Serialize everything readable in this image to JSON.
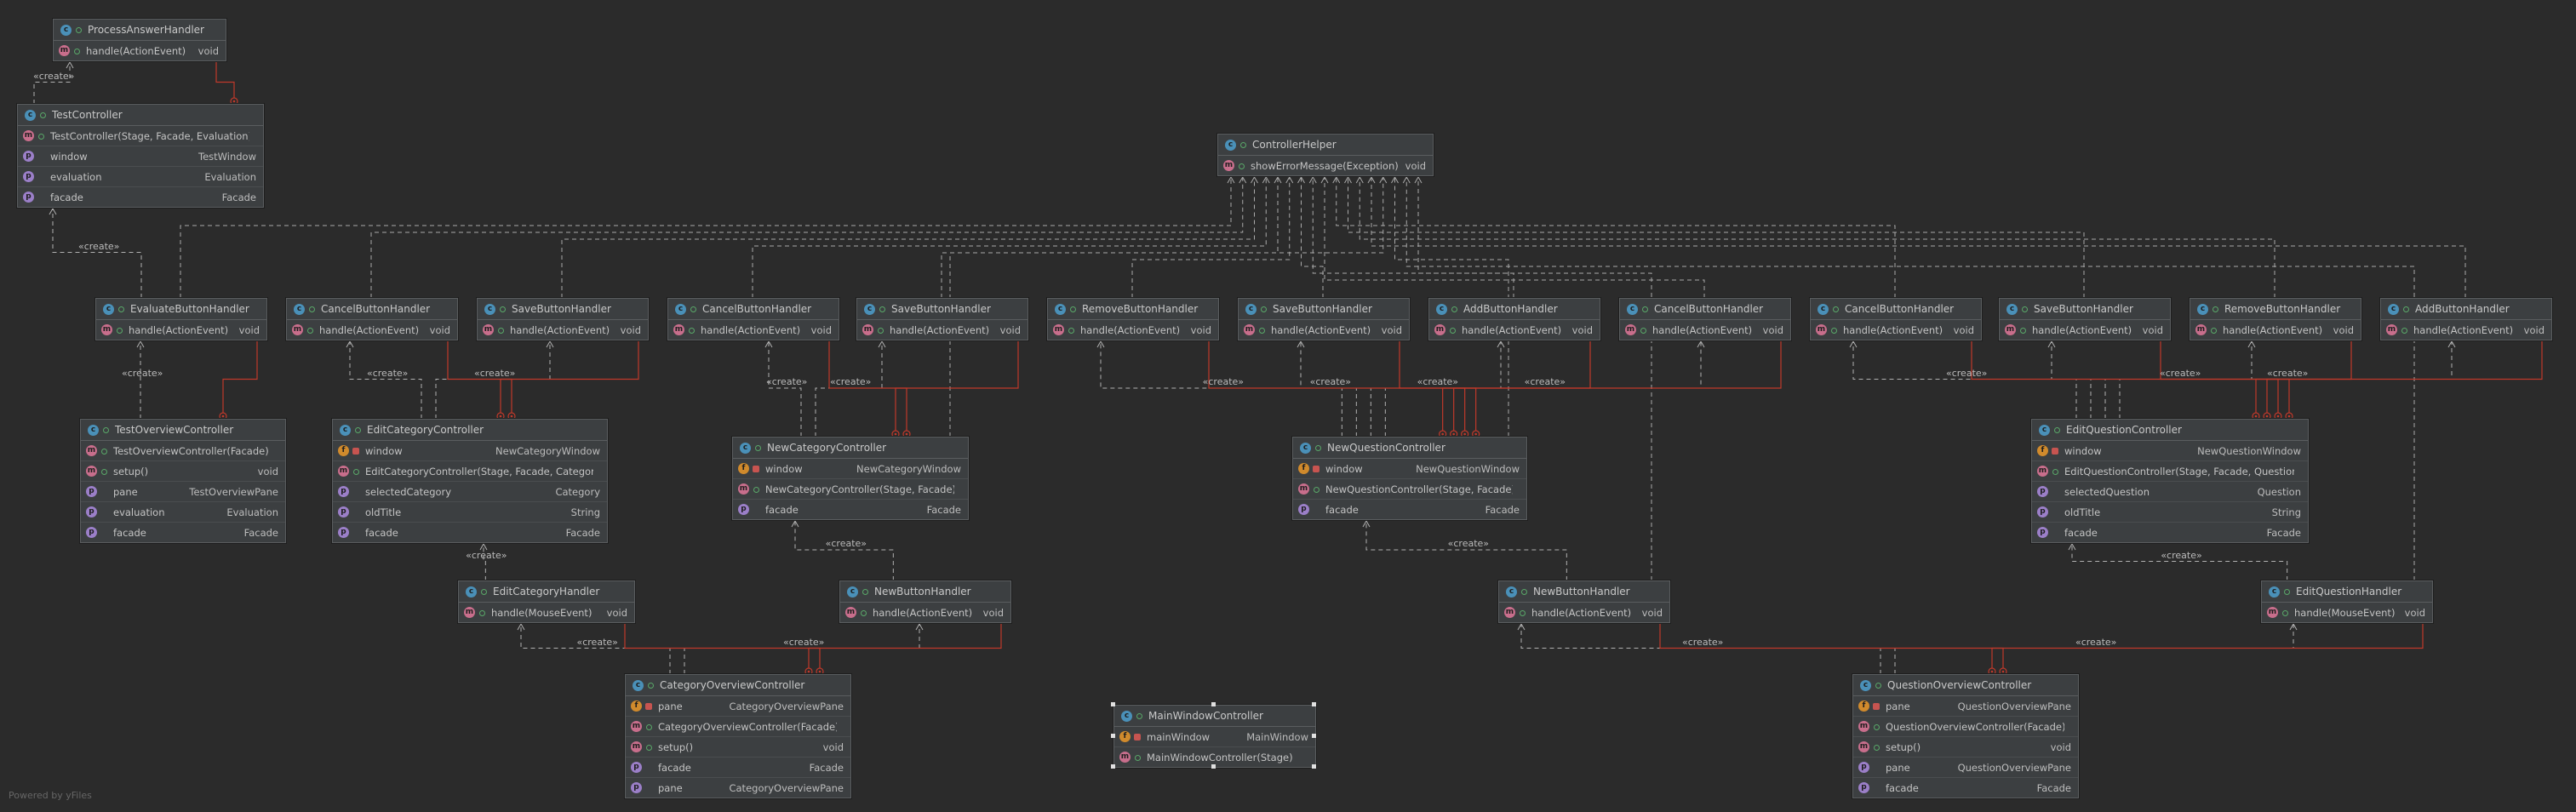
{
  "nodes": [
    {
      "id": "processAnswerHandler",
      "title": "ProcessAnswerHandler",
      "rows": [
        {
          "kind": "m",
          "vis": "pub",
          "name": "handle(ActionEvent)",
          "type": "void"
        }
      ]
    },
    {
      "id": "testController",
      "title": "TestController",
      "rows": [
        {
          "kind": "m",
          "vis": "pub",
          "name": "TestController(Stage, Facade, Evaluation)",
          "type": ""
        },
        {
          "kind": "p",
          "vis": "none",
          "name": "window",
          "type": "TestWindow"
        },
        {
          "kind": "p",
          "vis": "none",
          "name": "evaluation",
          "type": "Evaluation"
        },
        {
          "kind": "p",
          "vis": "none",
          "name": "facade",
          "type": "Facade"
        }
      ]
    },
    {
      "id": "controllerHelper",
      "title": "ControllerHelper",
      "rows": [
        {
          "kind": "m",
          "vis": "pub",
          "name": "showErrorMessage(Exception)",
          "type": "void"
        }
      ]
    },
    {
      "id": "evaluateButtonHandler",
      "title": "EvaluateButtonHandler",
      "rows": [
        {
          "kind": "m",
          "vis": "pub",
          "name": "handle(ActionEvent)",
          "type": "void"
        }
      ]
    },
    {
      "id": "cancelButtonHandler1",
      "title": "CancelButtonHandler",
      "rows": [
        {
          "kind": "m",
          "vis": "pub",
          "name": "handle(ActionEvent)",
          "type": "void"
        }
      ]
    },
    {
      "id": "saveButtonHandler1",
      "title": "SaveButtonHandler",
      "rows": [
        {
          "kind": "m",
          "vis": "pub",
          "name": "handle(ActionEvent)",
          "type": "void"
        }
      ]
    },
    {
      "id": "cancelButtonHandler2",
      "title": "CancelButtonHandler",
      "rows": [
        {
          "kind": "m",
          "vis": "pub",
          "name": "handle(ActionEvent)",
          "type": "void"
        }
      ]
    },
    {
      "id": "saveButtonHandler2",
      "title": "SaveButtonHandler",
      "rows": [
        {
          "kind": "m",
          "vis": "pub",
          "name": "handle(ActionEvent)",
          "type": "void"
        }
      ]
    },
    {
      "id": "removeButtonHandler1",
      "title": "RemoveButtonHandler",
      "rows": [
        {
          "kind": "m",
          "vis": "pub",
          "name": "handle(ActionEvent)",
          "type": "void"
        }
      ]
    },
    {
      "id": "saveButtonHandler3",
      "title": "SaveButtonHandler",
      "rows": [
        {
          "kind": "m",
          "vis": "pub",
          "name": "handle(ActionEvent)",
          "type": "void"
        }
      ]
    },
    {
      "id": "addButtonHandler1",
      "title": "AddButtonHandler",
      "rows": [
        {
          "kind": "m",
          "vis": "pub",
          "name": "handle(ActionEvent)",
          "type": "void"
        }
      ]
    },
    {
      "id": "cancelButtonHandler3",
      "title": "CancelButtonHandler",
      "rows": [
        {
          "kind": "m",
          "vis": "pub",
          "name": "handle(ActionEvent)",
          "type": "void"
        }
      ]
    },
    {
      "id": "cancelButtonHandler4",
      "title": "CancelButtonHandler",
      "rows": [
        {
          "kind": "m",
          "vis": "pub",
          "name": "handle(ActionEvent)",
          "type": "void"
        }
      ]
    },
    {
      "id": "saveButtonHandler4",
      "title": "SaveButtonHandler",
      "rows": [
        {
          "kind": "m",
          "vis": "pub",
          "name": "handle(ActionEvent)",
          "type": "void"
        }
      ]
    },
    {
      "id": "removeButtonHandler2",
      "title": "RemoveButtonHandler",
      "rows": [
        {
          "kind": "m",
          "vis": "pub",
          "name": "handle(ActionEvent)",
          "type": "void"
        }
      ]
    },
    {
      "id": "addButtonHandler2",
      "title": "AddButtonHandler",
      "rows": [
        {
          "kind": "m",
          "vis": "pub",
          "name": "handle(ActionEvent)",
          "type": "void"
        }
      ]
    },
    {
      "id": "testOverviewController",
      "title": "TestOverviewController",
      "rows": [
        {
          "kind": "m",
          "vis": "pub",
          "name": "TestOverviewController(Facade)",
          "type": ""
        },
        {
          "kind": "m",
          "vis": "pub",
          "name": "setup()",
          "type": "void"
        },
        {
          "kind": "p",
          "vis": "none",
          "name": "pane",
          "type": "TestOverviewPane"
        },
        {
          "kind": "p",
          "vis": "none",
          "name": "evaluation",
          "type": "Evaluation"
        },
        {
          "kind": "p",
          "vis": "none",
          "name": "facade",
          "type": "Facade"
        }
      ]
    },
    {
      "id": "editCategoryController",
      "title": "EditCategoryController",
      "rows": [
        {
          "kind": "f",
          "vis": "priv",
          "name": "window",
          "type": "NewCategoryWindow"
        },
        {
          "kind": "m",
          "vis": "pub",
          "name": "EditCategoryController(Stage, Facade, Category)",
          "type": ""
        },
        {
          "kind": "p",
          "vis": "none",
          "name": "selectedCategory",
          "type": "Category"
        },
        {
          "kind": "p",
          "vis": "none",
          "name": "oldTitle",
          "type": "String"
        },
        {
          "kind": "p",
          "vis": "none",
          "name": "facade",
          "type": "Facade"
        }
      ]
    },
    {
      "id": "newCategoryController",
      "title": "NewCategoryController",
      "rows": [
        {
          "kind": "f",
          "vis": "priv",
          "name": "window",
          "type": "NewCategoryWindow"
        },
        {
          "kind": "m",
          "vis": "pub",
          "name": "NewCategoryController(Stage, Facade)",
          "type": ""
        },
        {
          "kind": "p",
          "vis": "none",
          "name": "facade",
          "type": "Facade"
        }
      ]
    },
    {
      "id": "newQuestionController",
      "title": "NewQuestionController",
      "rows": [
        {
          "kind": "f",
          "vis": "priv",
          "name": "window",
          "type": "NewQuestionWindow"
        },
        {
          "kind": "m",
          "vis": "pub",
          "name": "NewQuestionController(Stage, Facade)",
          "type": ""
        },
        {
          "kind": "p",
          "vis": "none",
          "name": "facade",
          "type": "Facade"
        }
      ]
    },
    {
      "id": "editQuestionController",
      "title": "EditQuestionController",
      "rows": [
        {
          "kind": "f",
          "vis": "priv",
          "name": "window",
          "type": "NewQuestionWindow"
        },
        {
          "kind": "m",
          "vis": "pub",
          "name": "EditQuestionController(Stage, Facade, Question)",
          "type": ""
        },
        {
          "kind": "p",
          "vis": "none",
          "name": "selectedQuestion",
          "type": "Question"
        },
        {
          "kind": "p",
          "vis": "none",
          "name": "oldTitle",
          "type": "String"
        },
        {
          "kind": "p",
          "vis": "none",
          "name": "facade",
          "type": "Facade"
        }
      ]
    },
    {
      "id": "editCategoryHandler",
      "title": "EditCategoryHandler",
      "rows": [
        {
          "kind": "m",
          "vis": "pub",
          "name": "handle(MouseEvent)",
          "type": "void"
        }
      ]
    },
    {
      "id": "newButtonHandler1",
      "title": "NewButtonHandler",
      "rows": [
        {
          "kind": "m",
          "vis": "pub",
          "name": "handle(ActionEvent)",
          "type": "void"
        }
      ]
    },
    {
      "id": "newButtonHandler2",
      "title": "NewButtonHandler",
      "rows": [
        {
          "kind": "m",
          "vis": "pub",
          "name": "handle(ActionEvent)",
          "type": "void"
        }
      ]
    },
    {
      "id": "editQuestionHandler",
      "title": "EditQuestionHandler",
      "rows": [
        {
          "kind": "m",
          "vis": "pub",
          "name": "handle(MouseEvent)",
          "type": "void"
        }
      ]
    },
    {
      "id": "categoryOverviewController",
      "title": "CategoryOverviewController",
      "rows": [
        {
          "kind": "f",
          "vis": "priv",
          "name": "pane",
          "type": "CategoryOverviewPane"
        },
        {
          "kind": "m",
          "vis": "pub",
          "name": "CategoryOverviewController(Facade)",
          "type": ""
        },
        {
          "kind": "m",
          "vis": "pub",
          "name": "setup()",
          "type": "void"
        },
        {
          "kind": "p",
          "vis": "none",
          "name": "facade",
          "type": "Facade"
        },
        {
          "kind": "p",
          "vis": "none",
          "name": "pane",
          "type": "CategoryOverviewPane"
        }
      ]
    },
    {
      "id": "mainWindowController",
      "title": "MainWindowController",
      "rows": [
        {
          "kind": "f",
          "vis": "priv",
          "name": "mainWindow",
          "type": "MainWindow"
        },
        {
          "kind": "m",
          "vis": "pub",
          "name": "MainWindowController(Stage)",
          "type": ""
        }
      ]
    },
    {
      "id": "questionOverviewController",
      "title": "QuestionOverviewController",
      "rows": [
        {
          "kind": "f",
          "vis": "priv",
          "name": "pane",
          "type": "QuestionOverviewPane"
        },
        {
          "kind": "m",
          "vis": "pub",
          "name": "QuestionOverviewController(Facade)",
          "type": ""
        },
        {
          "kind": "m",
          "vis": "pub",
          "name": "setup()",
          "type": "void"
        },
        {
          "kind": "p",
          "vis": "none",
          "name": "pane",
          "type": "QuestionOverviewPane"
        },
        {
          "kind": "p",
          "vis": "none",
          "name": "facade",
          "type": "Facade"
        }
      ]
    }
  ],
  "edges": [
    {
      "from": "testController",
      "to": "processAnswerHandler",
      "label": "«create»",
      "style": "dashed"
    },
    {
      "from": "processAnswerHandler",
      "to": "testController",
      "label": "",
      "style": "inner"
    },
    {
      "from": "evaluateButtonHandler",
      "to": "testController",
      "label": "«create»",
      "style": "dashed"
    },
    {
      "from": "testOverviewController",
      "to": "evaluateButtonHandler",
      "label": "«create»",
      "style": "dashed"
    },
    {
      "from": "evaluateButtonHandler",
      "to": "testOverviewController",
      "label": "",
      "style": "inner"
    },
    {
      "from": "editCategoryController",
      "to": "cancelButtonHandler1",
      "label": "«create»",
      "style": "dashed"
    },
    {
      "from": "editCategoryController",
      "to": "saveButtonHandler1",
      "label": "«create»",
      "style": "dashed"
    },
    {
      "from": "cancelButtonHandler1",
      "to": "editCategoryController",
      "label": "",
      "style": "inner"
    },
    {
      "from": "saveButtonHandler1",
      "to": "editCategoryController",
      "label": "",
      "style": "inner"
    },
    {
      "from": "newCategoryController",
      "to": "cancelButtonHandler2",
      "label": "«create»",
      "style": "dashed"
    },
    {
      "from": "newCategoryController",
      "to": "saveButtonHandler2",
      "label": "«create»",
      "style": "dashed"
    },
    {
      "from": "cancelButtonHandler2",
      "to": "newCategoryController",
      "label": "",
      "style": "inner"
    },
    {
      "from": "saveButtonHandler2",
      "to": "newCategoryController",
      "label": "",
      "style": "inner"
    },
    {
      "from": "newQuestionController",
      "to": "removeButtonHandler1",
      "label": "«create»",
      "style": "dashed"
    },
    {
      "from": "newQuestionController",
      "to": "saveButtonHandler3",
      "label": "«create»",
      "style": "dashed"
    },
    {
      "from": "newQuestionController",
      "to": "addButtonHandler1",
      "label": "«create»",
      "style": "dashed"
    },
    {
      "from": "newQuestionController",
      "to": "cancelButtonHandler3",
      "label": "«create»",
      "style": "dashed"
    },
    {
      "from": "removeButtonHandler1",
      "to": "newQuestionController",
      "label": "",
      "style": "inner"
    },
    {
      "from": "saveButtonHandler3",
      "to": "newQuestionController",
      "label": "",
      "style": "inner"
    },
    {
      "from": "addButtonHandler1",
      "to": "newQuestionController",
      "label": "",
      "style": "inner"
    },
    {
      "from": "cancelButtonHandler3",
      "to": "newQuestionController",
      "label": "",
      "style": "inner"
    },
    {
      "from": "editQuestionController",
      "to": "cancelButtonHandler4",
      "label": "«create»",
      "style": "dashed"
    },
    {
      "from": "editQuestionController",
      "to": "saveButtonHandler4",
      "label": "",
      "style": "dashed"
    },
    {
      "from": "editQuestionController",
      "to": "removeButtonHandler2",
      "label": "«create»",
      "style": "dashed"
    },
    {
      "from": "editQuestionController",
      "to": "addButtonHandler2",
      "label": "«create»",
      "style": "dashed"
    },
    {
      "from": "cancelButtonHandler4",
      "to": "editQuestionController",
      "label": "",
      "style": "inner"
    },
    {
      "from": "saveButtonHandler4",
      "to": "editQuestionController",
      "label": "",
      "style": "inner"
    },
    {
      "from": "removeButtonHandler2",
      "to": "editQuestionController",
      "label": "",
      "style": "inner"
    },
    {
      "from": "addButtonHandler2",
      "to": "editQuestionController",
      "label": "",
      "style": "inner"
    },
    {
      "from": "editCategoryHandler",
      "to": "editCategoryController",
      "label": "«create»",
      "style": "dashed"
    },
    {
      "from": "newButtonHandler1",
      "to": "newCategoryController",
      "label": "«create»",
      "style": "dashed"
    },
    {
      "from": "newButtonHandler2",
      "to": "newQuestionController",
      "label": "«create»",
      "style": "dashed"
    },
    {
      "from": "editQuestionHandler",
      "to": "editQuestionController",
      "label": "«create»",
      "style": "dashed"
    },
    {
      "from": "categoryOverviewController",
      "to": "editCategoryHandler",
      "label": "«create»",
      "style": "dashed"
    },
    {
      "from": "categoryOverviewController",
      "to": "newButtonHandler1",
      "label": "«create»",
      "style": "dashed"
    },
    {
      "from": "editCategoryHandler",
      "to": "categoryOverviewController",
      "label": "",
      "style": "inner"
    },
    {
      "from": "newButtonHandler1",
      "to": "categoryOverviewController",
      "label": "",
      "style": "inner"
    },
    {
      "from": "questionOverviewController",
      "to": "newButtonHandler2",
      "label": "«create»",
      "style": "dashed"
    },
    {
      "from": "questionOverviewController",
      "to": "editQuestionHandler",
      "label": "«create»",
      "style": "dashed"
    },
    {
      "from": "newButtonHandler2",
      "to": "questionOverviewController",
      "label": "",
      "style": "inner"
    },
    {
      "from": "editQuestionHandler",
      "to": "questionOverviewController",
      "label": "",
      "style": "inner"
    }
  ],
  "footer": "Powered by yFiles"
}
